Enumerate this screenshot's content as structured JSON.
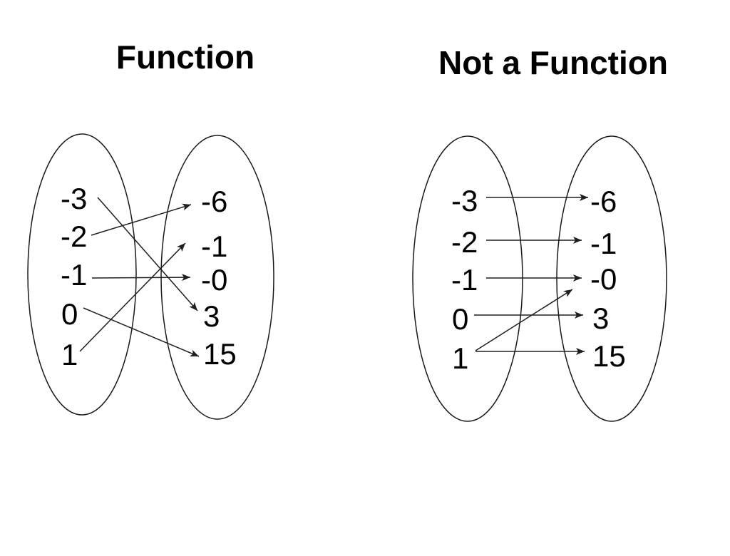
{
  "slide": {
    "background": "#ffffff",
    "text_color": "#000000",
    "line_color": "#1a1a1a"
  },
  "diagrams": [
    {
      "title": "Function",
      "inputs": [
        "-3",
        "-2",
        "-1",
        "0",
        "1"
      ],
      "outputs": [
        "-6",
        "-1",
        "-0",
        "3",
        "15"
      ],
      "mappings": [
        {
          "from": "-3",
          "to": "3"
        },
        {
          "from": "-2",
          "to": "-6"
        },
        {
          "from": "-1",
          "to": "-0"
        },
        {
          "from": "0",
          "to": "15"
        },
        {
          "from": "1",
          "to": "-1"
        }
      ]
    },
    {
      "title": "Not a Function",
      "inputs": [
        "-3",
        "-2",
        "-1",
        "0",
        "1"
      ],
      "outputs": [
        "-6",
        "-1",
        "-0",
        "3",
        "15"
      ],
      "mappings": [
        {
          "from": "-3",
          "to": "-6"
        },
        {
          "from": "-2",
          "to": "-1"
        },
        {
          "from": "-1",
          "to": "-0"
        },
        {
          "from": "0",
          "to": "3"
        },
        {
          "from": "1",
          "to": "15"
        },
        {
          "from": "1",
          "to": "-0"
        }
      ]
    }
  ]
}
